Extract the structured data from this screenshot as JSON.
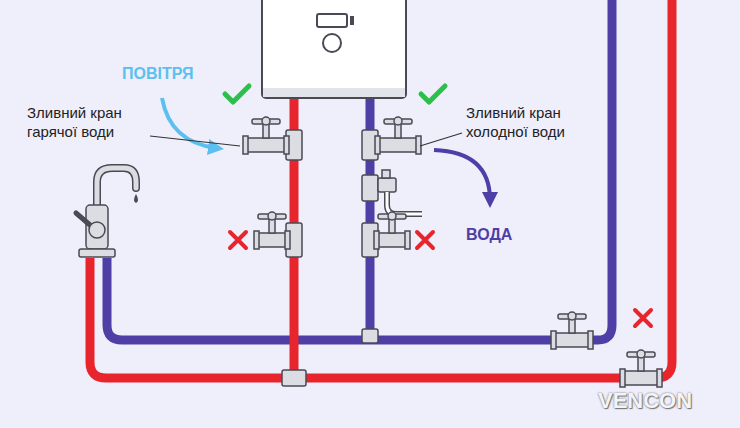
{
  "diagram": {
    "labels": [
      "ПОВІТРЯ",
      "Зливний кран гарячої води",
      "Зливний кран холодної води",
      "ВОДА",
      "VENCON"
    ]
  }
}
